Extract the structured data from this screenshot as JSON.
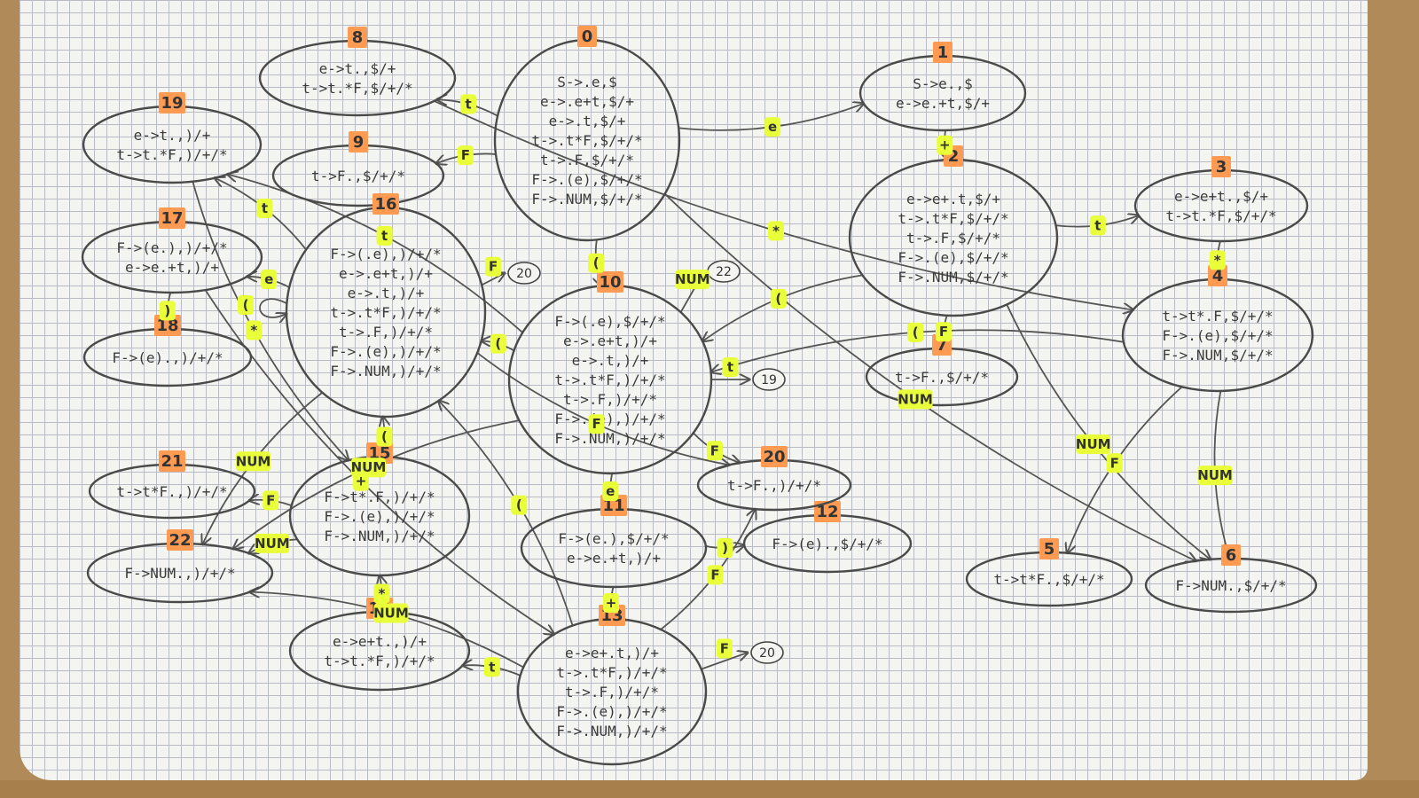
{
  "colors": {
    "ink": "#4a4a4a",
    "state_number_highlight": "#ff9a52",
    "transition_highlight": "#e9ff3a",
    "paper": "#f4f4f0",
    "grid": "#b9bcc4",
    "table": "#b08a58"
  },
  "states": [
    {
      "id": "0",
      "number": "0",
      "items": [
        "S->.e,$",
        "e->.e+t,$/+",
        "e->.t,$/+",
        "t->.t*F,$/+/*",
        "t->.F,$/+/*",
        "F->.(e),$/+/*",
        "F->.NUM,$/+/*"
      ]
    },
    {
      "id": "1",
      "number": "1",
      "items": [
        "S->e.,$",
        "e->e.+t,$/+"
      ]
    },
    {
      "id": "2",
      "number": "2",
      "items": [
        "e->e+.t,$/+",
        "t->.t*F,$/+/*",
        "t->.F,$/+/*",
        "F->.(e),$/+/*",
        "F->.NUM,$/+/*"
      ]
    },
    {
      "id": "3",
      "number": "3",
      "items": [
        "e->e+t.,$/+",
        "t->t.*F,$/+/*"
      ]
    },
    {
      "id": "4",
      "number": "4",
      "items": [
        "t->t*.F,$/+/*",
        "F->.(e),$/+/*",
        "F->.NUM,$/+/*"
      ]
    },
    {
      "id": "5",
      "number": "5",
      "items": [
        "t->t*F.,$/+/*"
      ]
    },
    {
      "id": "6",
      "number": "6",
      "items": [
        "F->NUM.,$/+/*"
      ]
    },
    {
      "id": "7",
      "number": "7",
      "items": [
        "t->F.,$/+/*"
      ]
    },
    {
      "id": "8",
      "number": "8",
      "items": [
        "e->t.,$/+",
        "t->t.*F,$/+/*"
      ]
    },
    {
      "id": "9",
      "number": "9",
      "items": [
        "t->F.,$/+/*"
      ]
    },
    {
      "id": "10",
      "number": "10",
      "items": [
        "F->(.e),$/+/*",
        "e->.e+t,)/+",
        "e->.t,)/+",
        "t->.t*F,)/+/*",
        "t->.F,)/+/*",
        "F->.(e),)/+/*",
        "F->.NUM,)/+/*"
      ]
    },
    {
      "id": "11",
      "number": "11",
      "items": [
        "F->(e.),$/+/*",
        "e->e.+t,)/+"
      ]
    },
    {
      "id": "12",
      "number": "12",
      "items": [
        "F->(e).,$/+/*"
      ]
    },
    {
      "id": "13",
      "number": "13",
      "items": [
        "e->e+.t,)/+",
        "t->.t*F,)/+/*",
        "t->.F,)/+/*",
        "F->.(e),)/+/*",
        "F->.NUM,)/+/*"
      ]
    },
    {
      "id": "14",
      "number": "14",
      "items": [
        "e->e+t.,)/+",
        "t->t.*F,)/+/*"
      ]
    },
    {
      "id": "15",
      "number": "15",
      "items": [
        "F->t*.F,)/+/*",
        "F->.(e),)/+/*",
        "F->.NUM,)/+/*"
      ]
    },
    {
      "id": "16",
      "number": "16",
      "items": [
        "F->(.e),)/+/*",
        "e->.e+t,)/+",
        "e->.t,)/+",
        "t->.t*F,)/+/*",
        "t->.F,)/+/*",
        "F->.(e),)/+/*",
        "F->.NUM,)/+/*"
      ]
    },
    {
      "id": "17",
      "number": "17",
      "items": [
        "F->(e.),)/+/*",
        "e->e.+t,)/+"
      ]
    },
    {
      "id": "18",
      "number": "18",
      "items": [
        "F->(e).,)/+/*"
      ]
    },
    {
      "id": "19",
      "number": "19",
      "items": [
        "e->t.,)/+",
        "t->t.*F,)/+/*"
      ]
    },
    {
      "id": "20",
      "number": "20",
      "items": [
        "t->F.,)/+/*"
      ]
    },
    {
      "id": "21",
      "number": "21",
      "items": [
        "t->t*F.,)/+/*"
      ]
    },
    {
      "id": "22",
      "number": "22",
      "items": [
        "F->NUM.,)/+/*"
      ]
    }
  ],
  "transitions": [
    {
      "from": "0",
      "to": "1",
      "label": "e"
    },
    {
      "from": "0",
      "to": "8",
      "label": "t"
    },
    {
      "from": "0",
      "to": "9",
      "label": "F"
    },
    {
      "from": "0",
      "to": "10",
      "label": "("
    },
    {
      "from": "0",
      "to": "6",
      "label": "NUM"
    },
    {
      "from": "1",
      "to": "2",
      "label": "+"
    },
    {
      "from": "2",
      "to": "3",
      "label": "t"
    },
    {
      "from": "2",
      "to": "7",
      "label": "F"
    },
    {
      "from": "2",
      "to": "10",
      "label": "("
    },
    {
      "from": "2",
      "to": "6",
      "label": "NUM"
    },
    {
      "from": "3",
      "to": "4",
      "label": "*"
    },
    {
      "from": "8",
      "to": "4",
      "label": "*"
    },
    {
      "from": "4",
      "to": "5",
      "label": "F"
    },
    {
      "from": "4",
      "to": "6",
      "label": "NUM"
    },
    {
      "from": "4",
      "to": "10",
      "label": "("
    },
    {
      "from": "10",
      "to": "11",
      "label": "e"
    },
    {
      "from": "10",
      "to": "19",
      "label": "t"
    },
    {
      "from": "10",
      "to": "20",
      "label": "F"
    },
    {
      "from": "10",
      "to": "16",
      "label": "("
    },
    {
      "from": "10",
      "to": "22",
      "label": "NUM"
    },
    {
      "from": "11",
      "to": "12",
      "label": ")"
    },
    {
      "from": "11",
      "to": "13",
      "label": "+"
    },
    {
      "from": "13",
      "to": "14",
      "label": "t"
    },
    {
      "from": "13",
      "to": "20",
      "label": "F"
    },
    {
      "from": "13",
      "to": "16",
      "label": "("
    },
    {
      "from": "13",
      "to": "22",
      "label": "NUM"
    },
    {
      "from": "14",
      "to": "15",
      "label": "*"
    },
    {
      "from": "15",
      "to": "21",
      "label": "F"
    },
    {
      "from": "15",
      "to": "22",
      "label": "NUM"
    },
    {
      "from": "15",
      "to": "16",
      "label": "("
    },
    {
      "from": "16",
      "to": "17",
      "label": "e"
    },
    {
      "from": "16",
      "to": "19",
      "label": "t"
    },
    {
      "from": "16",
      "to": "20",
      "label": "F"
    },
    {
      "from": "16",
      "to": "16",
      "label": "("
    },
    {
      "from": "16",
      "to": "22",
      "label": "NUM"
    },
    {
      "from": "17",
      "to": "18",
      "label": ")"
    },
    {
      "from": "17",
      "to": "13",
      "label": "+"
    },
    {
      "from": "19",
      "to": "15",
      "label": "*"
    }
  ],
  "references": [
    {
      "from": "16",
      "target": "20",
      "label": "F"
    },
    {
      "from": "10",
      "target": "19",
      "label": "t"
    },
    {
      "from": "10",
      "target": "22",
      "label": "NUM"
    },
    {
      "from": "13",
      "target": "20",
      "label": "F"
    }
  ]
}
